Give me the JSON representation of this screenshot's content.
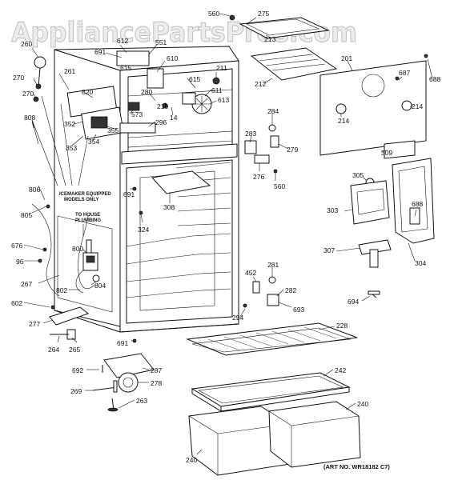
{
  "watermark": "AppliancePartsPros.com",
  "art_number": "(ART NO. WR18182 C7)",
  "notes": {
    "icemaker_line1": "ICEMAKER EQUIPPED",
    "icemaker_line2": "MODELS ONLY",
    "plumbing_line1": "TO HOUSE",
    "plumbing_line2": "PLUMBING"
  },
  "callouts": {
    "c560a": "560",
    "c275": "275",
    "c213": "213",
    "c260": "260",
    "c612": "612",
    "c691a": "691",
    "c551": "551",
    "c610": "610",
    "c615a": "615",
    "c201": "201",
    "c688a": "688",
    "c270a": "270",
    "c261": "261",
    "c820": "820",
    "c212": "212",
    "c211": "211",
    "c687": "687",
    "c270b": "270",
    "c280": "280",
    "c615b": "615",
    "c611": "611",
    "c613": "613",
    "c210": "210",
    "c214a": "214",
    "c214b": "214",
    "c573": "573",
    "c14": "14",
    "c284": "284",
    "c808": "808",
    "c352": "352",
    "c355": "355",
    "c296": "296",
    "c353": "353",
    "c354": "354",
    "c283": "283",
    "c279": "279",
    "c309": "309",
    "c276": "276",
    "c560b": "560",
    "c305": "305",
    "c806": "806",
    "c691b": "691",
    "c308": "308",
    "c303": "303",
    "c688b": "688",
    "c805": "805",
    "c324": "324",
    "c676": "676",
    "c96": "96",
    "c800": "800",
    "c307": "307",
    "c304": "304",
    "c267": "267",
    "c281": "281",
    "c452": "452",
    "c804": "804",
    "c802": "802",
    "c282": "282",
    "c602": "602",
    "c693": "693",
    "c694": "694",
    "c294": "294",
    "c277": "277",
    "c228": "228",
    "c264": "264",
    "c265": "265",
    "c691c": "691",
    "c692": "692",
    "c287": "287",
    "c242": "242",
    "c278": "278",
    "c269": "269",
    "c263": "263",
    "c240a": "240",
    "c240b": "240"
  }
}
